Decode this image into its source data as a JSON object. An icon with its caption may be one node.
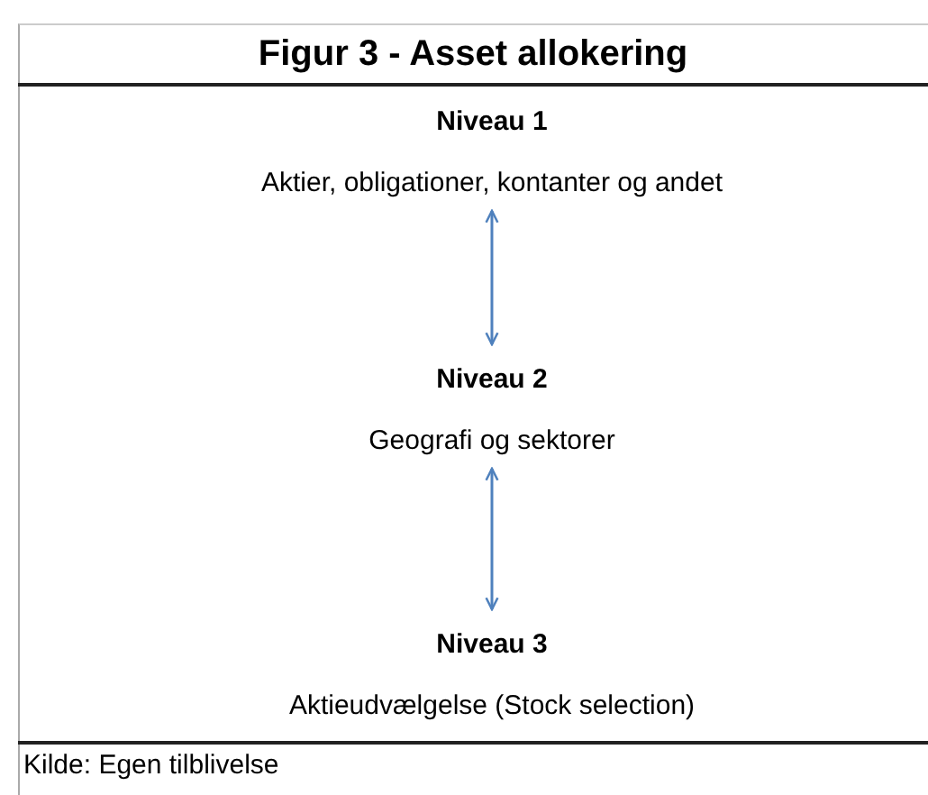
{
  "diagram": {
    "title": "Figur 3 - Asset allokering",
    "nodes": [
      {
        "text": [
          "Niveau 1",
          "Aktier, obligationer, kontanter og andet"
        ]
      },
      {
        "text": [
          "Niveau 2",
          "Geografi og sektorer"
        ]
      },
      {
        "text": [
          "Niveau 3",
          "Aktieudvælgelse (Stock selection)"
        ]
      }
    ],
    "edges": [
      {
        "from": 0,
        "to": 1,
        "arrow": "both",
        "color": "#4f81bd"
      },
      {
        "from": 1,
        "to": 2,
        "arrow": "both",
        "color": "#4f81bd"
      }
    ],
    "caption": "Kilde: Egen tilblivelse"
  }
}
